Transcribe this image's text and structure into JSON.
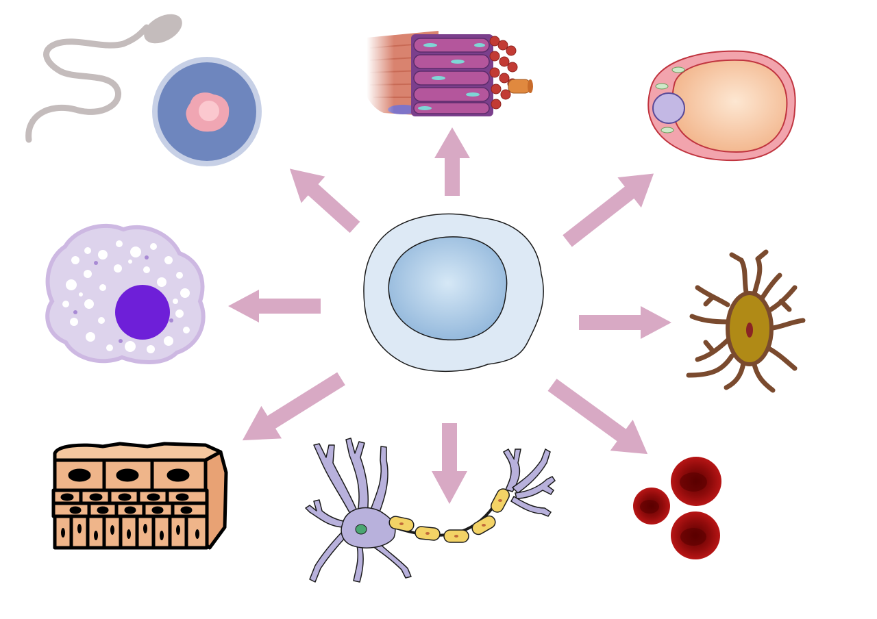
{
  "diagram": {
    "center_cell": "stem-cell",
    "targets": [
      "sperm-and-egg",
      "muscle-fiber",
      "fat-cell",
      "white-blood-cell",
      "bone-cell",
      "epithelial-tissue",
      "neuron",
      "red-blood-cells"
    ],
    "colors": {
      "arrow": "#d8a9c4",
      "background": "#ffffff"
    }
  }
}
